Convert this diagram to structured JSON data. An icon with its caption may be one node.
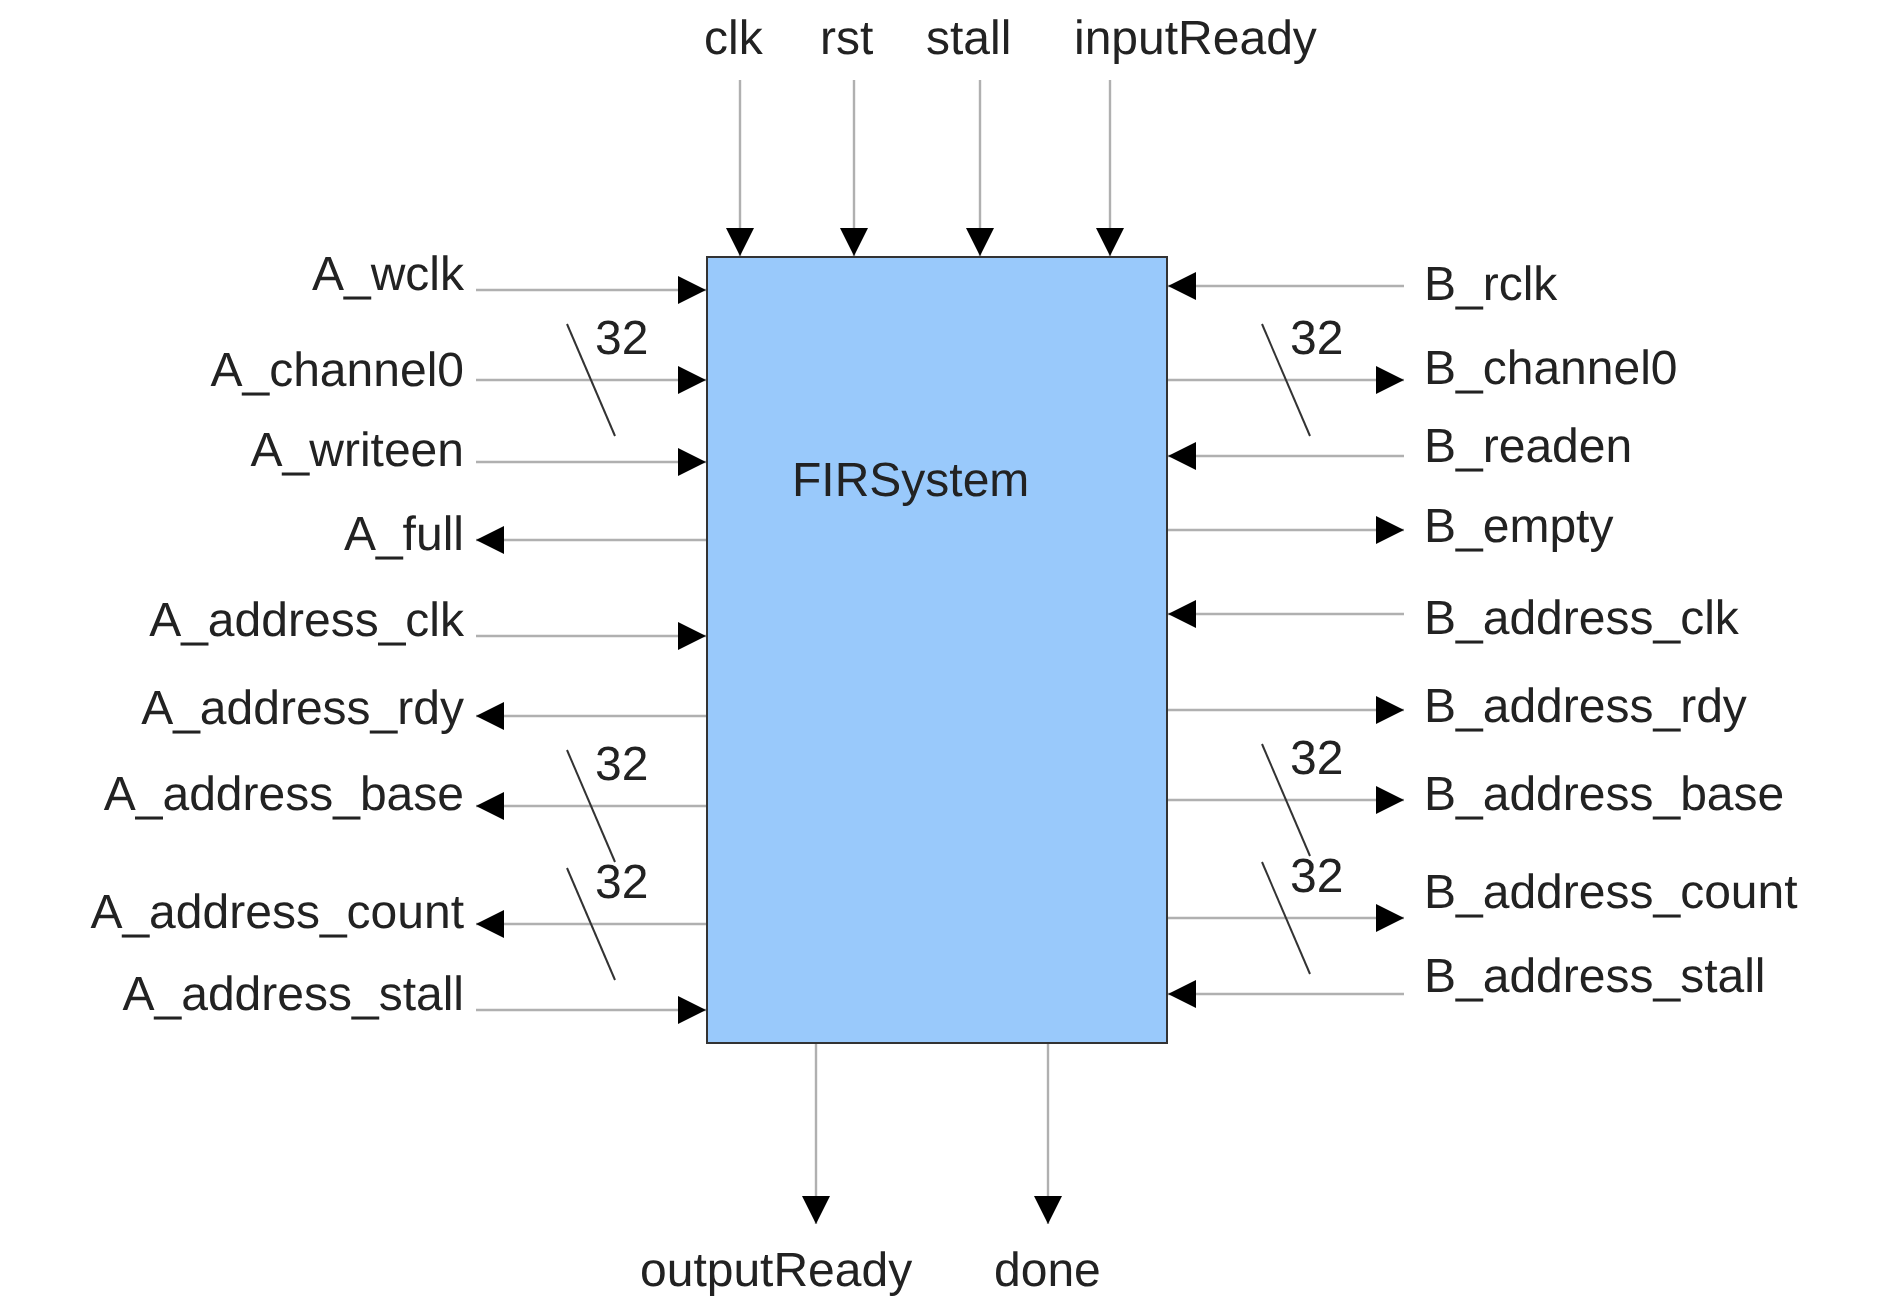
{
  "diagram": {
    "nodes": [
      {
        "text": [
          "FIRSystem"
        ]
      },
      {
        "text": [
          "clk"
        ]
      },
      {
        "text": [
          "rst"
        ]
      },
      {
        "text": [
          "stall"
        ]
      },
      {
        "text": [
          "inputReady"
        ]
      },
      {
        "text": [
          "A_wclk"
        ]
      },
      {
        "text": [
          "A_channel0"
        ]
      },
      {
        "text": [
          "A_writeen"
        ]
      },
      {
        "text": [
          "A_full"
        ]
      },
      {
        "text": [
          "A_address_clk"
        ]
      },
      {
        "text": [
          "A_address_rdy"
        ]
      },
      {
        "text": [
          "A_address_base"
        ]
      },
      {
        "text": [
          "A_address_count"
        ]
      },
      {
        "text": [
          "A_address_stall"
        ]
      },
      {
        "text": [
          "B_rclk"
        ]
      },
      {
        "text": [
          "B_channel0"
        ]
      },
      {
        "text": [
          "B_readen"
        ]
      },
      {
        "text": [
          "B_empty"
        ]
      },
      {
        "text": [
          "B_address_clk"
        ]
      },
      {
        "text": [
          "B_address_rdy"
        ]
      },
      {
        "text": [
          "B_address_base"
        ]
      },
      {
        "text": [
          "B_address_count"
        ]
      },
      {
        "text": [
          "B_address_stall"
        ]
      },
      {
        "text": [
          "outputReady"
        ]
      },
      {
        "text": [
          "done"
        ]
      }
    ],
    "edges": [
      {
        "from": 1,
        "to": 0,
        "arrow": "to"
      },
      {
        "from": 2,
        "to": 0,
        "arrow": "to"
      },
      {
        "from": 3,
        "to": 0,
        "arrow": "to"
      },
      {
        "from": 4,
        "to": 0,
        "arrow": "to"
      },
      {
        "from": 5,
        "to": 0,
        "arrow": "to"
      },
      {
        "from": 6,
        "to": 0,
        "arrow": "to",
        "label": "32"
      },
      {
        "from": 7,
        "to": 0,
        "arrow": "to"
      },
      {
        "from": 0,
        "to": 8,
        "arrow": "to"
      },
      {
        "from": 9,
        "to": 0,
        "arrow": "to"
      },
      {
        "from": 0,
        "to": 10,
        "arrow": "to"
      },
      {
        "from": 0,
        "to": 11,
        "arrow": "to",
        "label": "32"
      },
      {
        "from": 0,
        "to": 12,
        "arrow": "to",
        "label": "32"
      },
      {
        "from": 13,
        "to": 0,
        "arrow": "to"
      },
      {
        "from": 14,
        "to": 0,
        "arrow": "to"
      },
      {
        "from": 0,
        "to": 15,
        "arrow": "to",
        "label": "32"
      },
      {
        "from": 16,
        "to": 0,
        "arrow": "to"
      },
      {
        "from": 0,
        "to": 17,
        "arrow": "to"
      },
      {
        "from": 18,
        "to": 0,
        "arrow": "to"
      },
      {
        "from": 0,
        "to": 19,
        "arrow": "to"
      },
      {
        "from": 0,
        "to": 20,
        "arrow": "to",
        "label": "32"
      },
      {
        "from": 0,
        "to": 21,
        "arrow": "to",
        "label": "32"
      },
      {
        "from": 22,
        "to": 0,
        "arrow": "to"
      },
      {
        "from": 0,
        "to": 23,
        "arrow": "to"
      },
      {
        "from": 0,
        "to": 24,
        "arrow": "to"
      }
    ]
  }
}
